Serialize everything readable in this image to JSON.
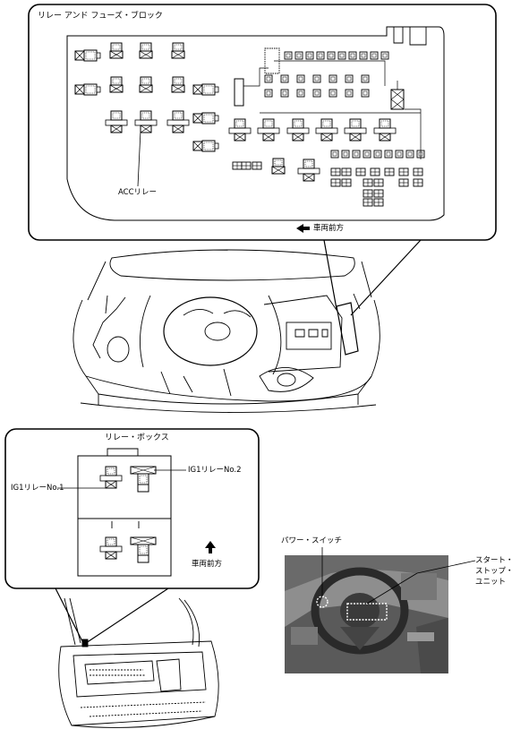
{
  "relay_fuse_block": {
    "title": "リレー アンド フューズ・ブロック",
    "acc_label": "ACCリレー",
    "direction_label": "車両前方"
  },
  "relay_box": {
    "title": "リレー・ボックス",
    "ig1_no1": "IG1リレーNo.1",
    "ig1_no2": "IG1リレーNo.2",
    "direction_label": "車両前方"
  },
  "cabin": {
    "power_switch": "パワー・スイッチ",
    "start_stop_line1": "スタート・",
    "start_stop_line2": "ストップ・",
    "start_stop_line3": "ユニット"
  },
  "icons": {
    "arrow_left": "arrow-left-icon",
    "arrow_up": "arrow-up-icon"
  }
}
